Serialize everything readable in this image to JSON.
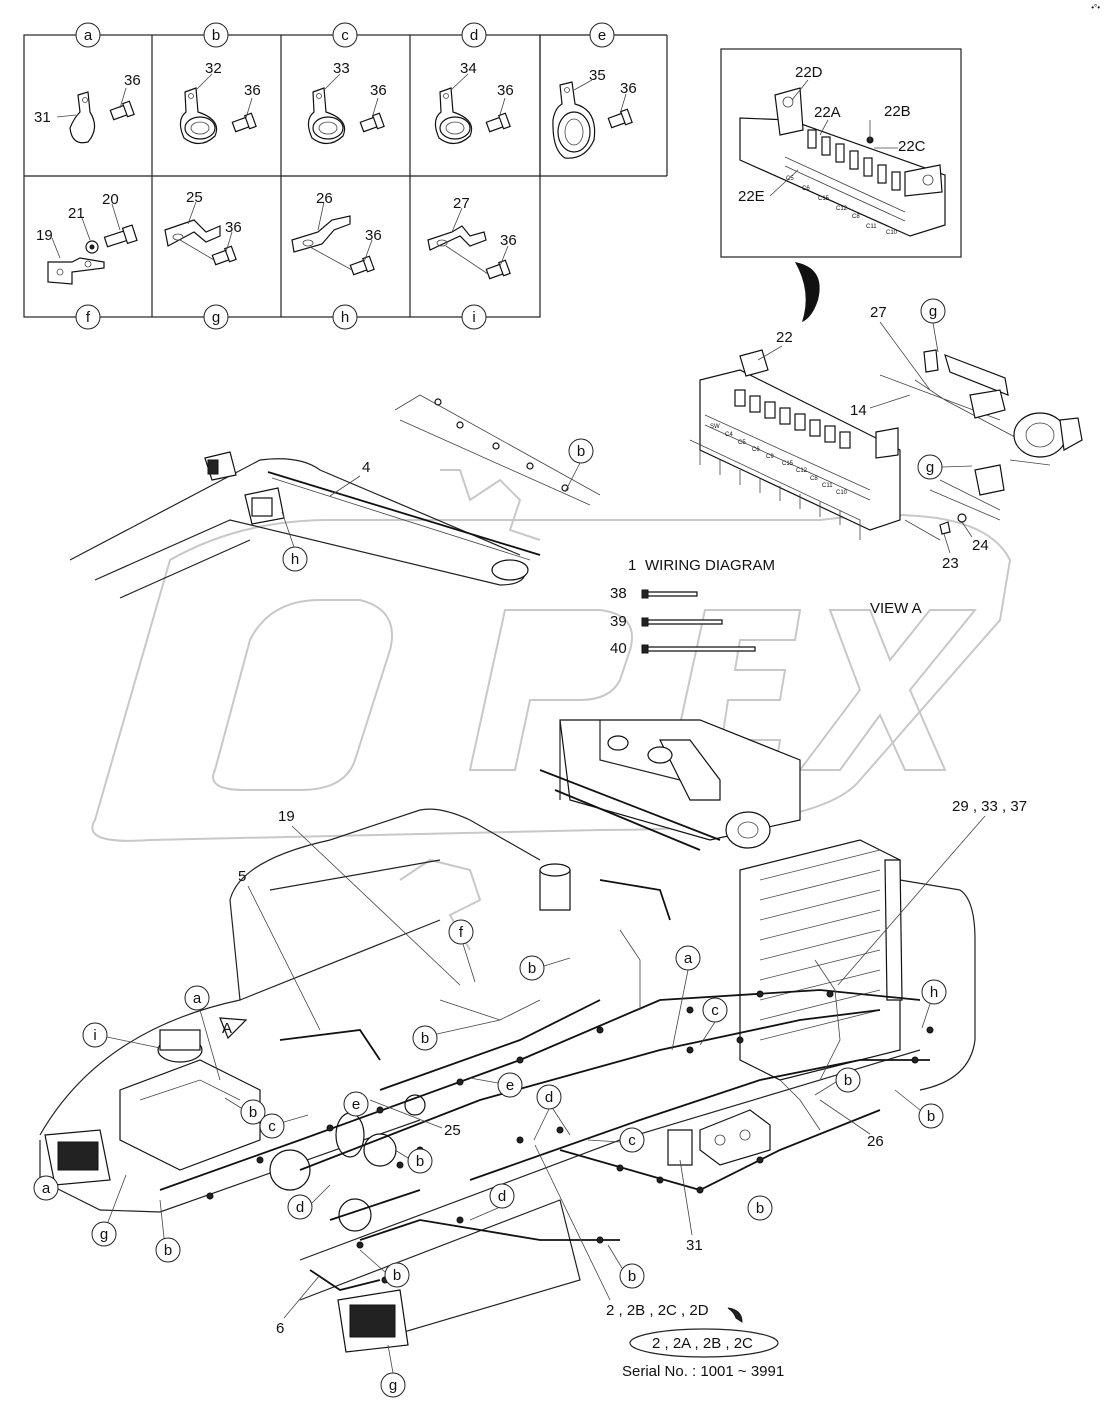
{
  "corner_mark": "•°•",
  "grid_top_letters": [
    "a",
    "b",
    "c",
    "d",
    "e"
  ],
  "grid_bottom_letters": [
    "f",
    "g",
    "h",
    "i"
  ],
  "grid_cells": {
    "a": {
      "clamp": "31",
      "bolt": "36"
    },
    "b": {
      "clamp": "32",
      "bolt": "36"
    },
    "c": {
      "clamp": "33",
      "bolt": "36"
    },
    "d": {
      "clamp": "34",
      "bolt": "36"
    },
    "e": {
      "clamp": "35",
      "bolt": "36"
    },
    "f": {
      "bracket": "19",
      "washer": "21",
      "bolt": "20"
    },
    "g": {
      "plate": "25",
      "bolt": "36"
    },
    "h": {
      "plate": "26",
      "bolt": "36"
    },
    "i": {
      "plate": "27",
      "bolt": "36"
    }
  },
  "inset_labels": {
    "l22d": "22D",
    "l22a": "22A",
    "l22b": "22B",
    "l22c": "22C",
    "l22e": "22E"
  },
  "inset_fuse_marks": [
    "C5",
    "C6",
    "C15",
    "C12",
    "C8",
    "C11",
    "C10"
  ],
  "fuse_box_labels": {
    "l22": "22",
    "l27": "27",
    "l14": "14",
    "l23": "23",
    "l24": "24"
  },
  "fusebox_marks": [
    "SW",
    "C4",
    "C5",
    "C6",
    "C9",
    "C15",
    "C12",
    "C8",
    "C11",
    "C10"
  ],
  "boom_label": "4",
  "legend": {
    "item1_num": "1",
    "item1_text": "WIRING DIAGRAM",
    "tie_nums": [
      "38",
      "39",
      "40"
    ]
  },
  "view_label": "VIEW  A",
  "arrow_letter": "A",
  "main_part_numbers": {
    "p19": "19",
    "p5": "5",
    "p29": "29 , 33 , 37",
    "p25": "25",
    "p26": "26",
    "p31": "31",
    "p6": "6"
  },
  "harness_code": "2 , 2B , 2C , 2D",
  "harness_alt_code": "2 , 2A , 2B , 2C",
  "serial_text": "Serial No. : 1001 ~ 3991",
  "callouts": [
    {
      "t": "b"
    },
    {
      "t": "h"
    },
    {
      "t": "g"
    },
    {
      "t": "g"
    },
    {
      "t": "f"
    },
    {
      "t": "b"
    },
    {
      "t": "a"
    },
    {
      "t": "a"
    },
    {
      "t": "c"
    },
    {
      "t": "h"
    },
    {
      "t": "i"
    },
    {
      "t": "b"
    },
    {
      "t": "b"
    },
    {
      "t": "c"
    },
    {
      "t": "e"
    },
    {
      "t": "e"
    },
    {
      "t": "d"
    },
    {
      "t": "c"
    },
    {
      "t": "b"
    },
    {
      "t": "b"
    },
    {
      "t": "b"
    },
    {
      "t": "a"
    },
    {
      "t": "g"
    },
    {
      "t": "b"
    },
    {
      "t": "b"
    },
    {
      "t": "d"
    },
    {
      "t": "d"
    },
    {
      "t": "c"
    },
    {
      "t": "b"
    },
    {
      "t": "b"
    },
    {
      "t": "g"
    }
  ]
}
